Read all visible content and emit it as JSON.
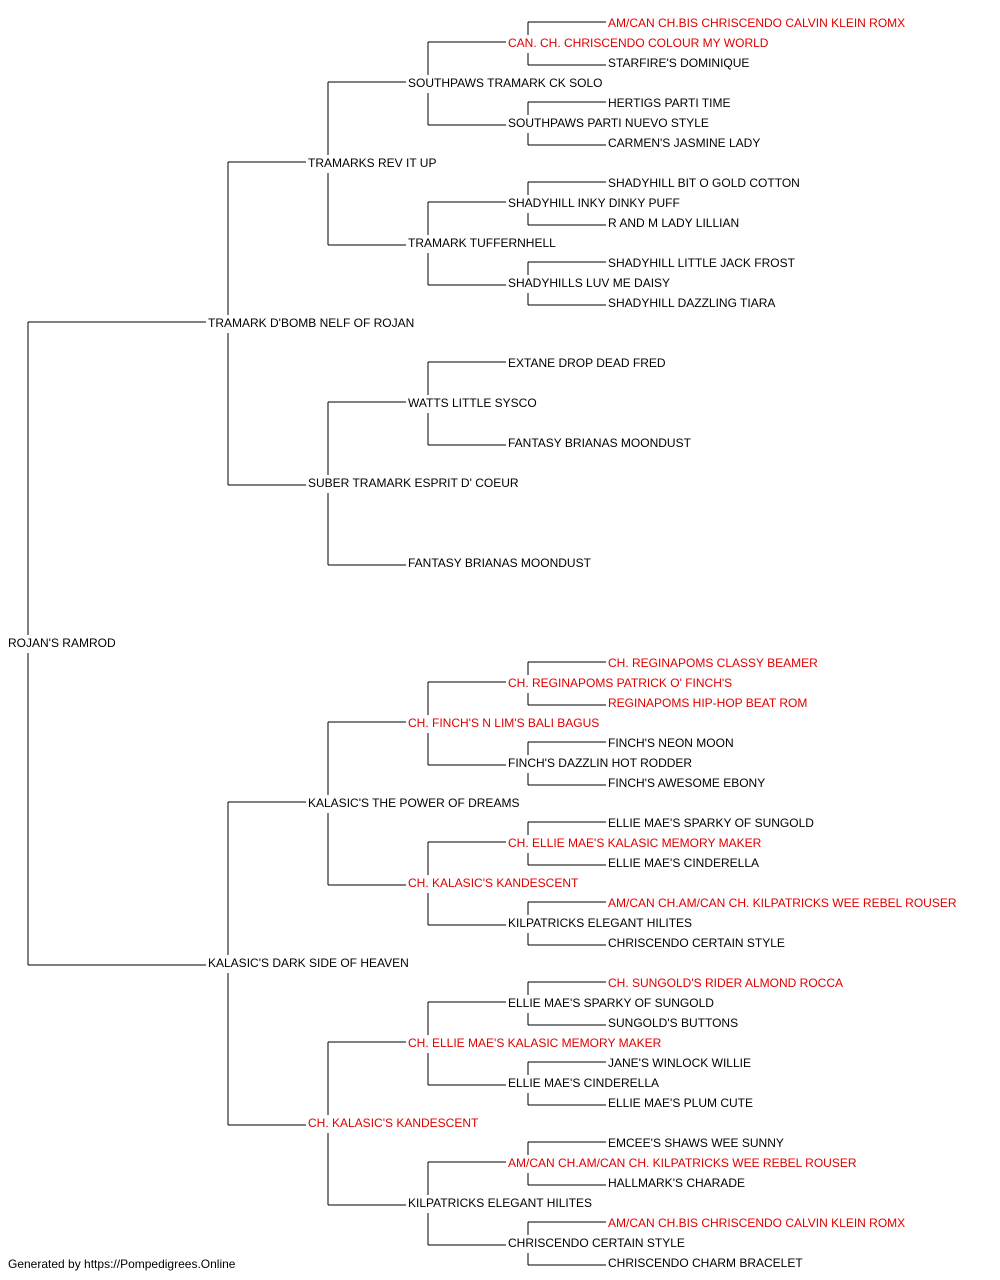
{
  "colors": {
    "text": "#000000",
    "champion": "#e00000",
    "line": "#000000"
  },
  "pedigree": {
    "name": "ROJAN'S RAMROD",
    "sire": {
      "name": "TRAMARK D'BOMB NELF OF ROJAN",
      "sire": {
        "name": "TRAMARKS REV IT UP",
        "sire": {
          "name": "SOUTHPAWS TRAMARK CK SOLO",
          "sire": {
            "name": "CAN. CH. CHRISCENDO COLOUR MY WORLD",
            "champion": true,
            "sire": {
              "name": "AM/CAN CH.BIS CHRISCENDO CALVIN KLEIN ROMX",
              "champion": true
            },
            "dam": {
              "name": "STARFIRE'S DOMINIQUE"
            }
          },
          "dam": {
            "name": "SOUTHPAWS PARTI NUEVO STYLE",
            "sire": {
              "name": "HERTIGS PARTI TIME"
            },
            "dam": {
              "name": "CARMEN'S JASMINE LADY"
            }
          }
        },
        "dam": {
          "name": "TRAMARK TUFFERNHELL",
          "sire": {
            "name": "SHADYHILL INKY DINKY PUFF",
            "sire": {
              "name": "SHADYHILL BIT O GOLD COTTON"
            },
            "dam": {
              "name": "R AND M LADY LILLIAN"
            }
          },
          "dam": {
            "name": "SHADYHILLS LUV ME DAISY",
            "sire": {
              "name": "SHADYHILL LITTLE JACK FROST"
            },
            "dam": {
              "name": "SHADYHILL DAZZLING TIARA"
            }
          }
        }
      },
      "dam": {
        "name": "SUBER TRAMARK ESPRIT D' COEUR",
        "sire": {
          "name": "WATTS LITTLE SYSCO",
          "sire": {
            "name": "EXTANE DROP DEAD FRED"
          },
          "dam": {
            "name": "FANTASY BRIANAS MOONDUST"
          }
        },
        "dam": {
          "name": "FANTASY BRIANAS MOONDUST"
        }
      }
    },
    "dam": {
      "name": "KALASIC'S DARK SIDE OF HEAVEN",
      "sire": {
        "name": "KALASIC'S THE POWER OF DREAMS",
        "sire": {
          "name": "CH. FINCH'S N LIM'S BALI BAGUS",
          "champion": true,
          "sire": {
            "name": "CH. REGINAPOMS PATRICK O' FINCH'S",
            "champion": true,
            "sire": {
              "name": "CH. REGINAPOMS CLASSY BEAMER",
              "champion": true
            },
            "dam": {
              "name": "REGINAPOMS HIP-HOP BEAT ROM",
              "champion": true
            }
          },
          "dam": {
            "name": "FINCH'S DAZZLIN HOT RODDER",
            "sire": {
              "name": "FINCH'S NEON MOON"
            },
            "dam": {
              "name": "FINCH'S AWESOME EBONY"
            }
          }
        },
        "dam": {
          "name": "CH. KALASIC'S KANDESCENT",
          "champion": true,
          "sire": {
            "name": "CH. ELLIE MAE'S KALASIC MEMORY MAKER",
            "champion": true,
            "sire": {
              "name": "ELLIE MAE'S SPARKY OF SUNGOLD"
            },
            "dam": {
              "name": "ELLIE MAE'S CINDERELLA"
            }
          },
          "dam": {
            "name": "KILPATRICKS ELEGANT HILITES",
            "sire": {
              "name": "AM/CAN CH.AM/CAN CH. KILPATRICKS WEE REBEL ROUSER",
              "champion": true
            },
            "dam": {
              "name": "CHRISCENDO CERTAIN STYLE"
            }
          }
        }
      },
      "dam": {
        "name": "CH. KALASIC'S KANDESCENT",
        "champion": true,
        "sire": {
          "name": "CH. ELLIE MAE'S KALASIC MEMORY MAKER",
          "champion": true,
          "sire": {
            "name": "ELLIE MAE'S SPARKY OF SUNGOLD",
            "sire": {
              "name": "CH. SUNGOLD'S RIDER ALMOND ROCCA",
              "champion": true
            },
            "dam": {
              "name": "SUNGOLD'S BUTTONS"
            }
          },
          "dam": {
            "name": "ELLIE MAE'S CINDERELLA",
            "sire": {
              "name": "JANE'S WINLOCK WILLIE"
            },
            "dam": {
              "name": "ELLIE MAE'S PLUM CUTE"
            }
          }
        },
        "dam": {
          "name": "KILPATRICKS ELEGANT HILITES",
          "sire": {
            "name": "AM/CAN CH.AM/CAN CH. KILPATRICKS WEE REBEL ROUSER",
            "champion": true,
            "sire": {
              "name": "EMCEE'S SHAWS WEE SUNNY"
            },
            "dam": {
              "name": "HALLMARK'S CHARADE"
            }
          },
          "dam": {
            "name": "CHRISCENDO CERTAIN STYLE",
            "sire": {
              "name": "AM/CAN CH.BIS CHRISCENDO CALVIN KLEIN ROMX",
              "champion": true
            },
            "dam": {
              "name": "CHRISCENDO CHARM BRACELET"
            }
          }
        }
      }
    }
  },
  "footer": {
    "text": "Generated by https://Pompedigrees.Online"
  }
}
